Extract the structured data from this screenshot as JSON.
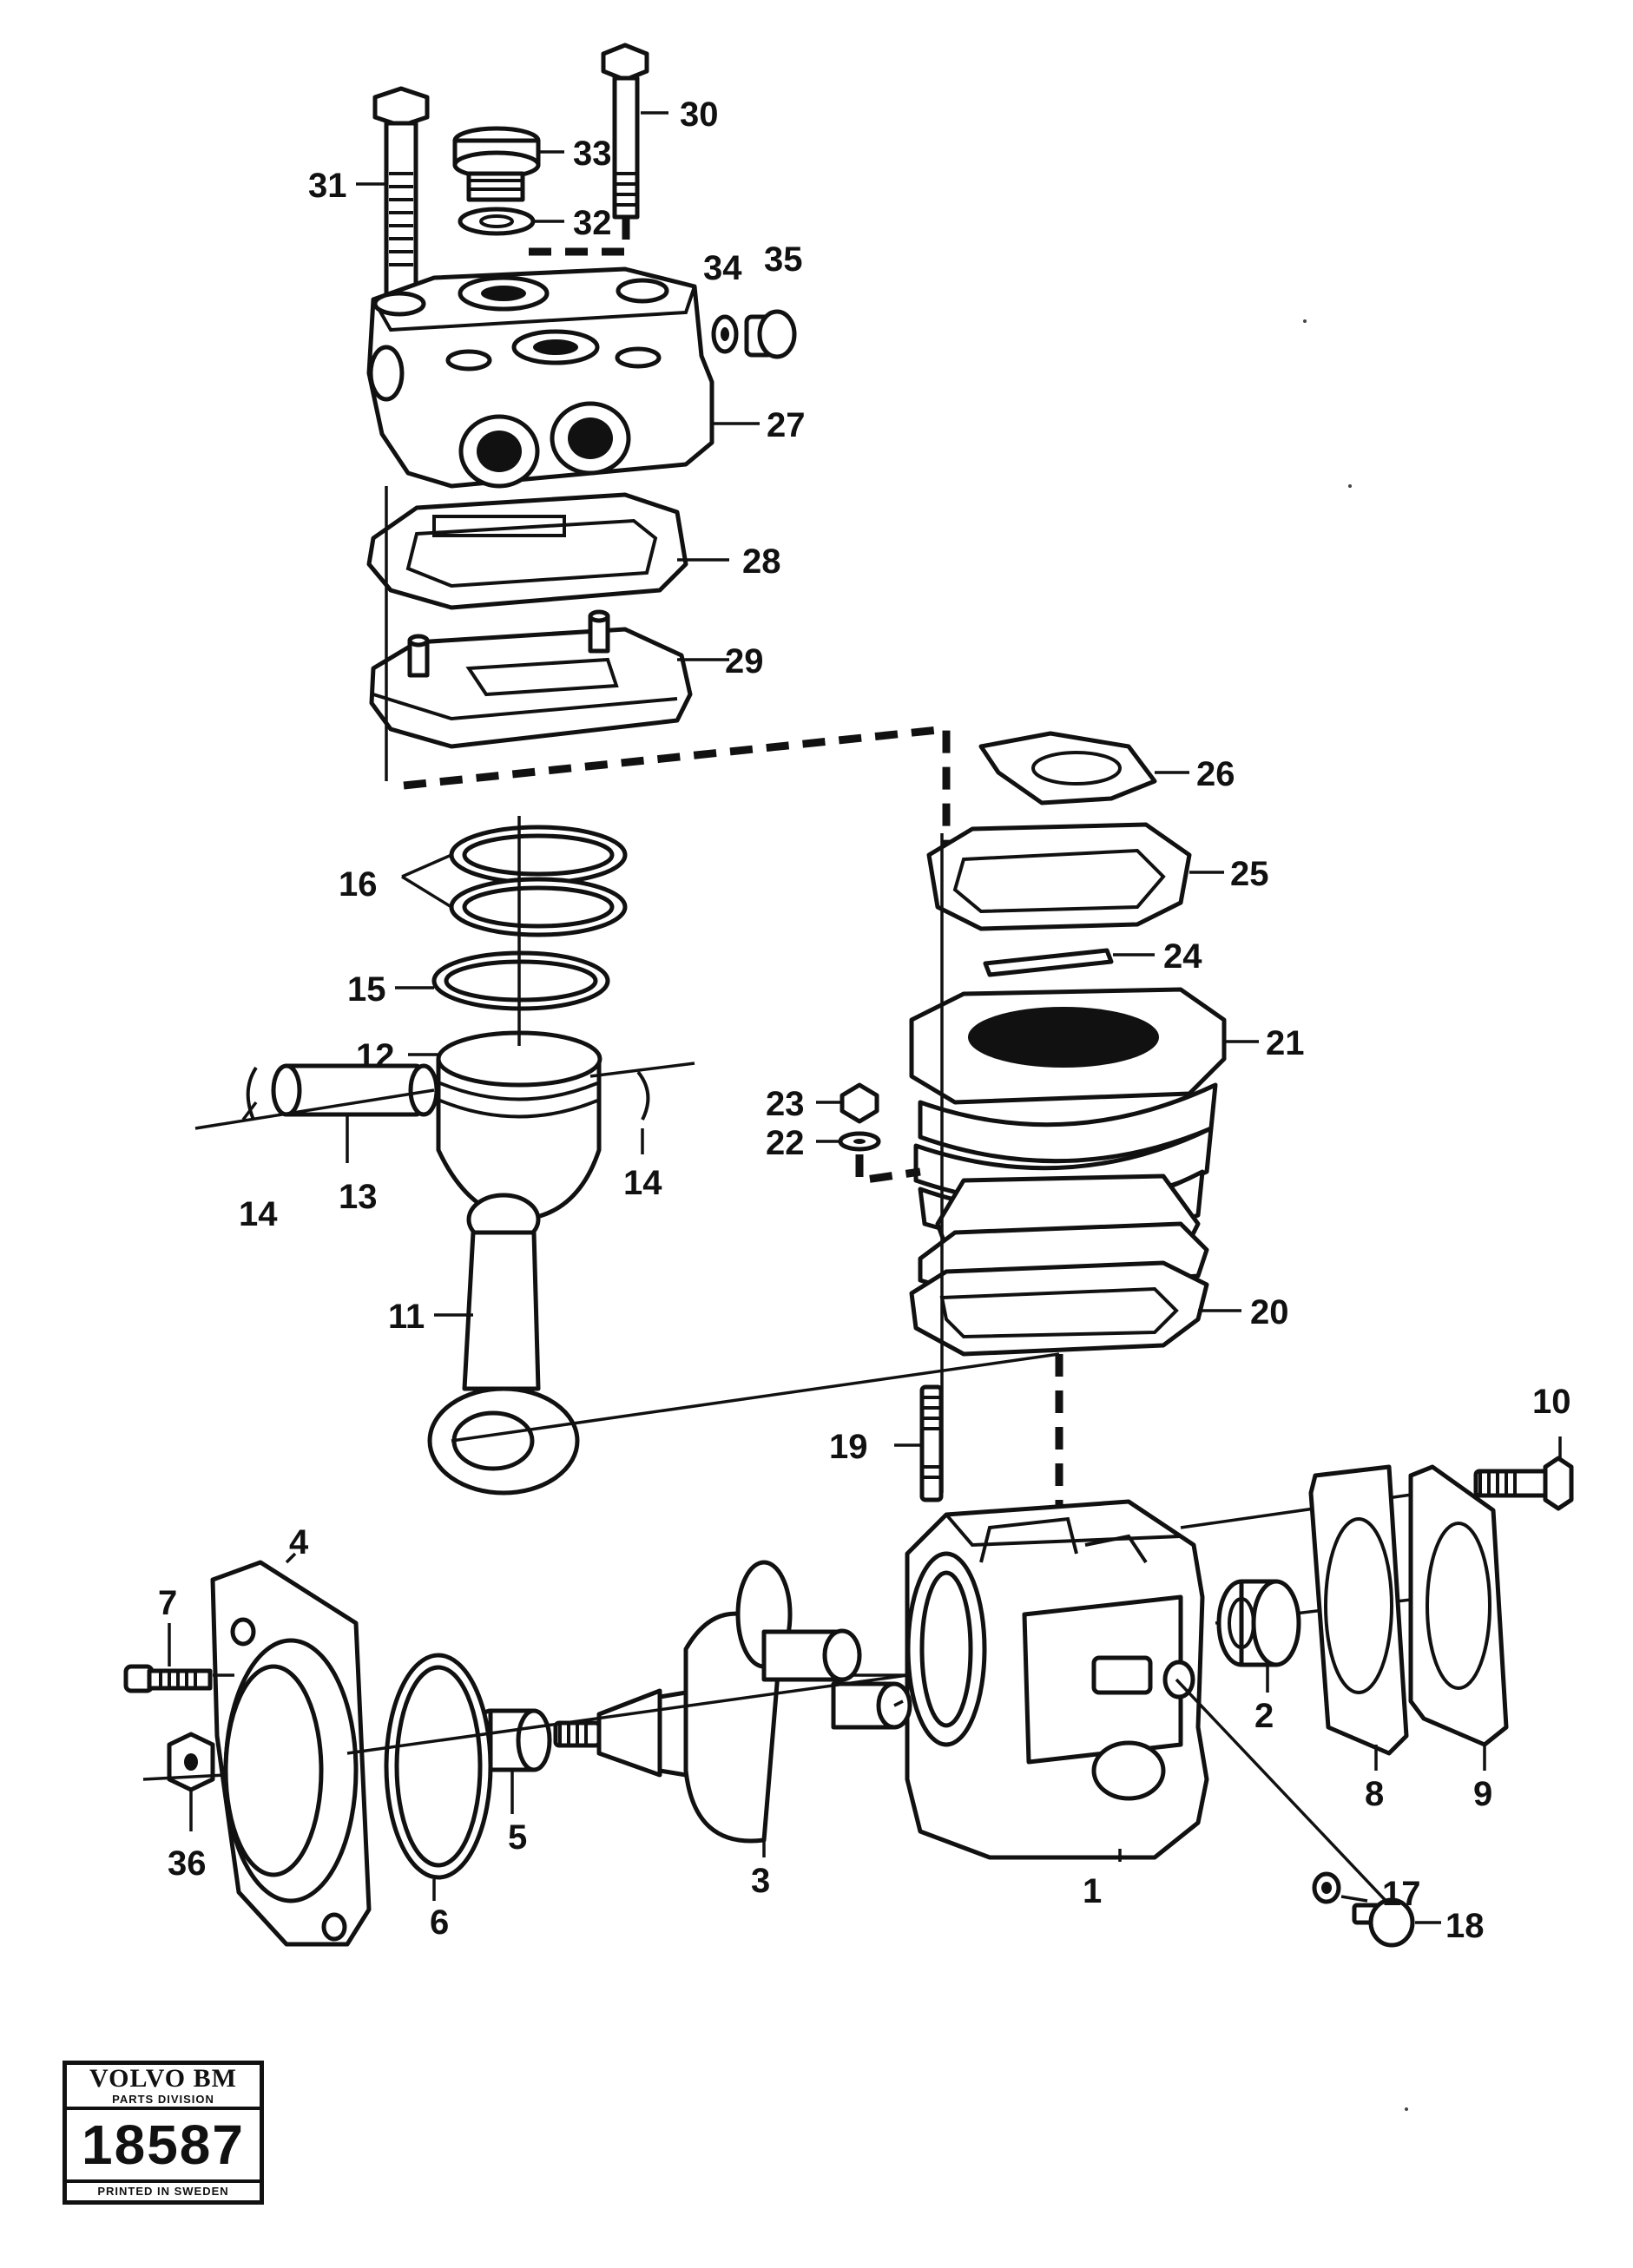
{
  "callouts": [
    "1",
    "2",
    "3",
    "4",
    "5",
    "6",
    "7",
    "8",
    "9",
    "10",
    "11",
    "12",
    "13",
    "14",
    "14",
    "15",
    "16",
    "17",
    "18",
    "19",
    "20",
    "21",
    "22",
    "23",
    "24",
    "25",
    "26",
    "27",
    "28",
    "29",
    "30",
    "31",
    "32",
    "33",
    "34",
    "35",
    "36"
  ],
  "stamp": {
    "brand": "VOLVO BM",
    "division": "PARTS DIVISION",
    "number": "18587",
    "printed": "PRINTED IN SWEDEN"
  }
}
